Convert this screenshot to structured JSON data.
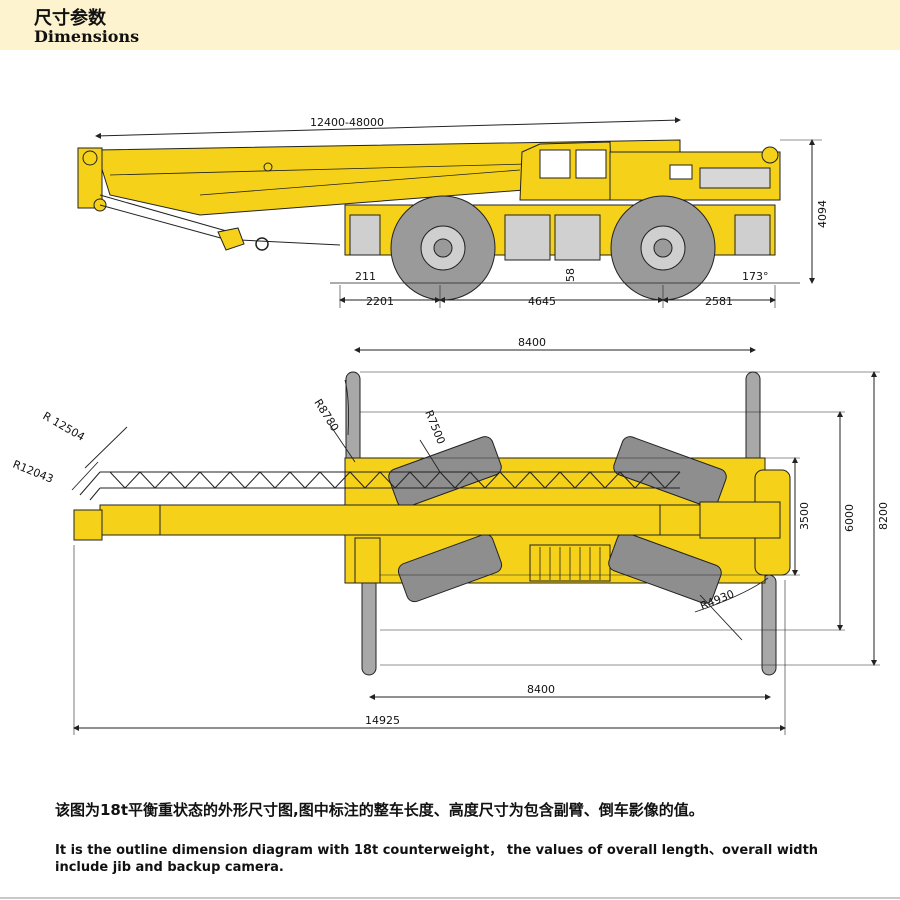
{
  "header": {
    "title_cn": "尺寸参数",
    "title_en": "Dimensions"
  },
  "colors": {
    "header_bg": "#fdf3cf",
    "crane_yellow": "#f5d219",
    "tire_gray": "#9a9a9a",
    "line": "#222222"
  },
  "side_view": {
    "boom_length": "12400-48000",
    "height": "4094",
    "approach_clearance": "211",
    "ground_clearance": "58",
    "departure_angle": "173°",
    "front_overhang": "2201",
    "wheelbase": "4645",
    "rear_overhang": "2581"
  },
  "top_view": {
    "outrigger_span_top": "8400",
    "outrigger_span_bottom": "8400",
    "width_inner": "3500",
    "width_mid": "6000",
    "width_outer": "8200",
    "overall_length": "14925",
    "radius_jib_outer": "R 12504",
    "radius_jib_inner": "R12043",
    "radius_boom": "R8780",
    "radius_counterweight": "R7500",
    "radius_turning": "R4930"
  },
  "notes": {
    "cn": "该图为18t平衡重状态的外形尺寸图,图中标注的整车长度、高度尺寸为包含副臂、倒车影像的值。",
    "en": "It is the outline dimension diagram with 18t counterweight， the values of overall length、overall width  include jib and backup camera."
  }
}
